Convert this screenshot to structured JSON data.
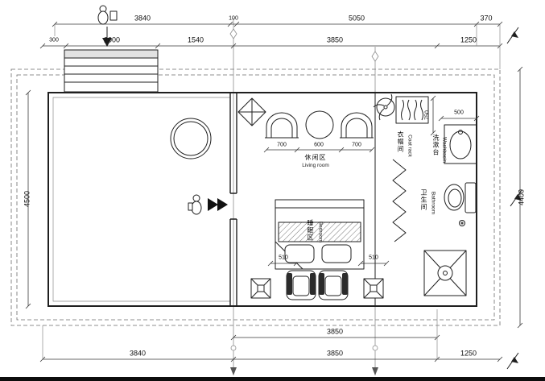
{
  "dim_top_outer": {
    "seg1": "3840",
    "seg2": "100",
    "seg3": "5050",
    "seg4": "370"
  },
  "dim_top_inner": {
    "seg1": "300",
    "seg2": "2000",
    "seg3": "1540",
    "seg4": "3850",
    "seg5": "1250"
  },
  "dim_left": {
    "total": "4500"
  },
  "dim_right": {
    "total": "4400"
  },
  "dim_bottom_inner": {
    "seg1": "3850"
  },
  "dim_bottom_outer": {
    "seg1": "3840",
    "seg2": "3850",
    "seg3": "1250"
  },
  "dim_furniture": {
    "chair_left": "700",
    "table": "600",
    "chair_right": "700",
    "bed_side_left": "510",
    "bed_side_right": "510",
    "closet_width": "500",
    "closet_depth": "750"
  },
  "rooms": {
    "living_zh": "休闲区",
    "living_en": "Living room",
    "bedroom_zh": "睡眠区",
    "bedroom_en": "Bedroom",
    "coat_zh": "衣帽间",
    "coat_en": "Coat rack",
    "wash_zh": "洗漱台",
    "wash_en": "Washbasin",
    "bath_zh": "卫生间",
    "bath_en": "Bathroom"
  }
}
